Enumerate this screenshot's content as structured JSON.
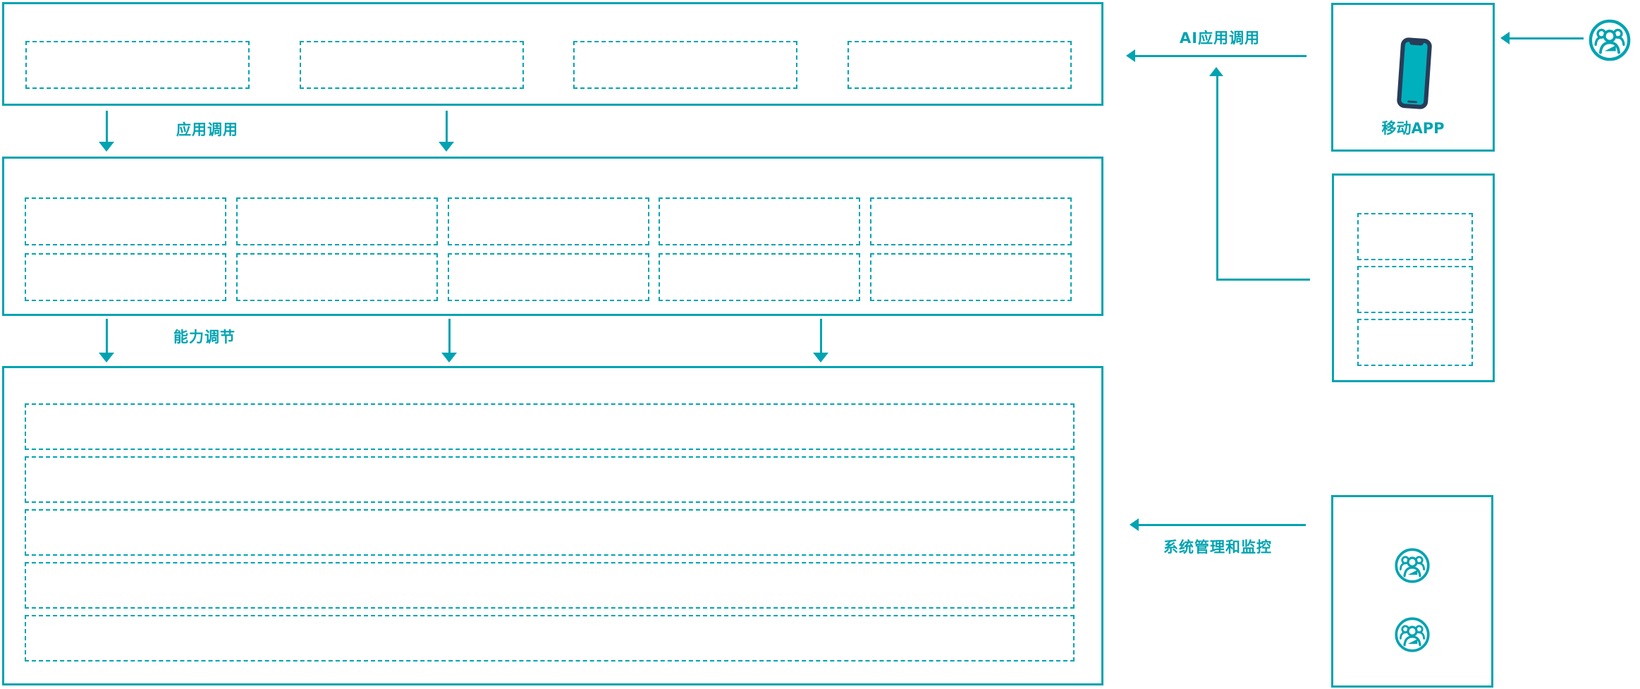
{
  "colors": {
    "accent": "#00A3B1",
    "phone_frame": "#283C58",
    "phone_screen": "#00B0BD"
  },
  "labels": {
    "app_call": "应用调用",
    "capability_adjust": "能力调节",
    "ai_app_call": "AI应用调用",
    "system_monitor": "系统管理和监控",
    "mobile_app": "移动APP"
  },
  "structure": {
    "top_panel_slots": 4,
    "middle_panel_rows": 2,
    "middle_panel_cols": 5,
    "bottom_panel_rows": 5,
    "platform_panel_slots": 3,
    "admin_panel_user_icons": 2
  },
  "icons": {
    "mobile": "smartphone-icon",
    "user_group": "user-group-icon"
  }
}
